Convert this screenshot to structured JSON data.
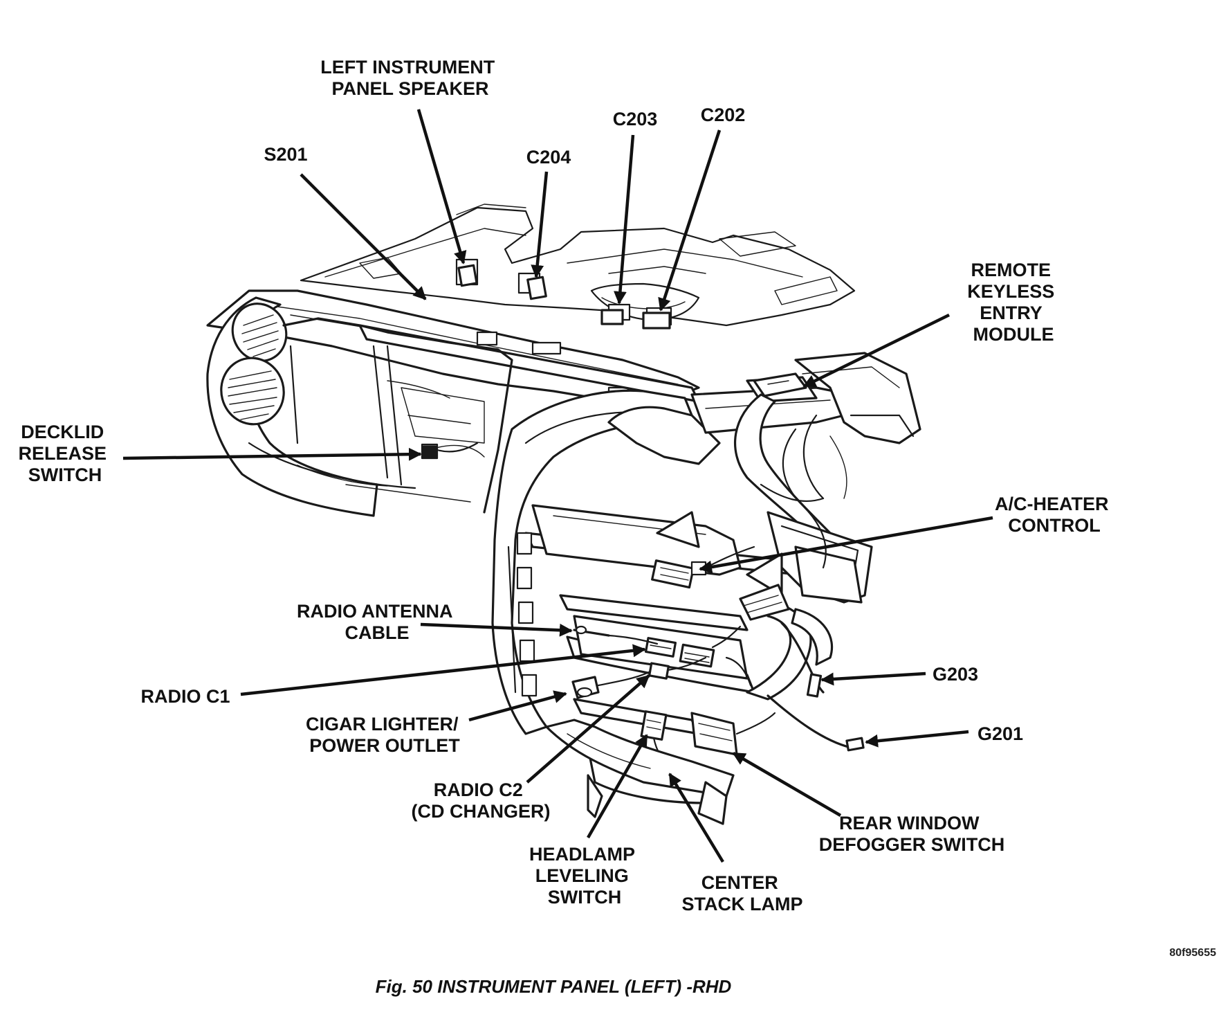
{
  "callouts": [
    {
      "id": "left-instrument-panel-speaker",
      "lines": [
        "LEFT INSTRUMENT",
        "PANEL SPEAKER"
      ]
    },
    {
      "id": "s201",
      "lines": [
        "S201"
      ]
    },
    {
      "id": "c204",
      "lines": [
        "C204"
      ]
    },
    {
      "id": "c203",
      "lines": [
        "C203"
      ]
    },
    {
      "id": "c202",
      "lines": [
        "C202"
      ]
    },
    {
      "id": "remote-keyless-entry-module",
      "lines": [
        "REMOTE",
        "KEYLESS",
        "ENTRY",
        "MODULE"
      ]
    },
    {
      "id": "decklid-release-switch",
      "lines": [
        "DECKLID",
        "RELEASE",
        "SWITCH"
      ]
    },
    {
      "id": "ac-heater-control",
      "lines": [
        "A/C-HEATER",
        "CONTROL"
      ]
    },
    {
      "id": "radio-antenna-cable",
      "lines": [
        "RADIO ANTENNA",
        "CABLE"
      ]
    },
    {
      "id": "radio-c1",
      "lines": [
        "RADIO C1"
      ]
    },
    {
      "id": "g203",
      "lines": [
        "G203"
      ]
    },
    {
      "id": "cigar-lighter-power-outlet",
      "lines": [
        "CIGAR LIGHTER/",
        "POWER OUTLET"
      ]
    },
    {
      "id": "g201",
      "lines": [
        "G201"
      ]
    },
    {
      "id": "radio-c2-cd-changer",
      "lines": [
        "RADIO C2",
        "(CD CHANGER)"
      ]
    },
    {
      "id": "rear-window-defogger-switch",
      "lines": [
        "REAR WINDOW",
        "DEFOGGER SWITCH"
      ]
    },
    {
      "id": "headlamp-leveling-switch",
      "lines": [
        "HEADLAMP",
        "LEVELING",
        "SWITCH"
      ]
    },
    {
      "id": "center-stack-lamp",
      "lines": [
        "CENTER",
        "STACK LAMP"
      ]
    }
  ],
  "figure_id": "80f95655",
  "caption": "Fig. 50 INSTRUMENT PANEL (LEFT) -RHD"
}
